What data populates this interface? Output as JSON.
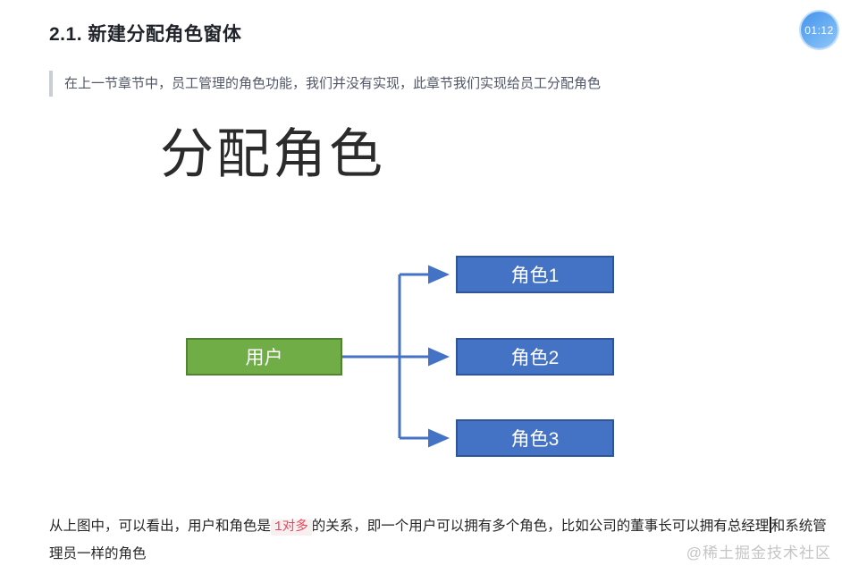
{
  "article": {
    "heading": "2.1. 新建分配角色窗体",
    "quote": "在上一节章节中，员工管理的角色功能，我们并没有实现，此章节我们实现给员工分配角色",
    "slide_title": "分配角色",
    "paragraph": {
      "line1_before": "从上图中，可以看出，用户和角色是",
      "highlight": "1对多",
      "line1_after": "的关系，即一个用户可以拥有多个角色，比如公司的董事长可以拥有总",
      "line2_before_caret": "经理",
      "line2_after_caret": "和系统管理员一样的角色"
    },
    "watermark": "@稀土掘金技术社区"
  },
  "timer": {
    "value": "01:12"
  },
  "diagram": {
    "user_label": "用户",
    "roles": [
      "角色1",
      "角色2",
      "角色3"
    ],
    "colors": {
      "user_fill": "#70AD47",
      "user_border": "#548235",
      "role_fill": "#4472C4",
      "role_border": "#2F5597",
      "connector": "#4472C4"
    }
  },
  "colors": {
    "highlight_text": "#E5485F",
    "highlight_bg": "#F8F0F0",
    "timer_bg": "#4F9BEE"
  }
}
